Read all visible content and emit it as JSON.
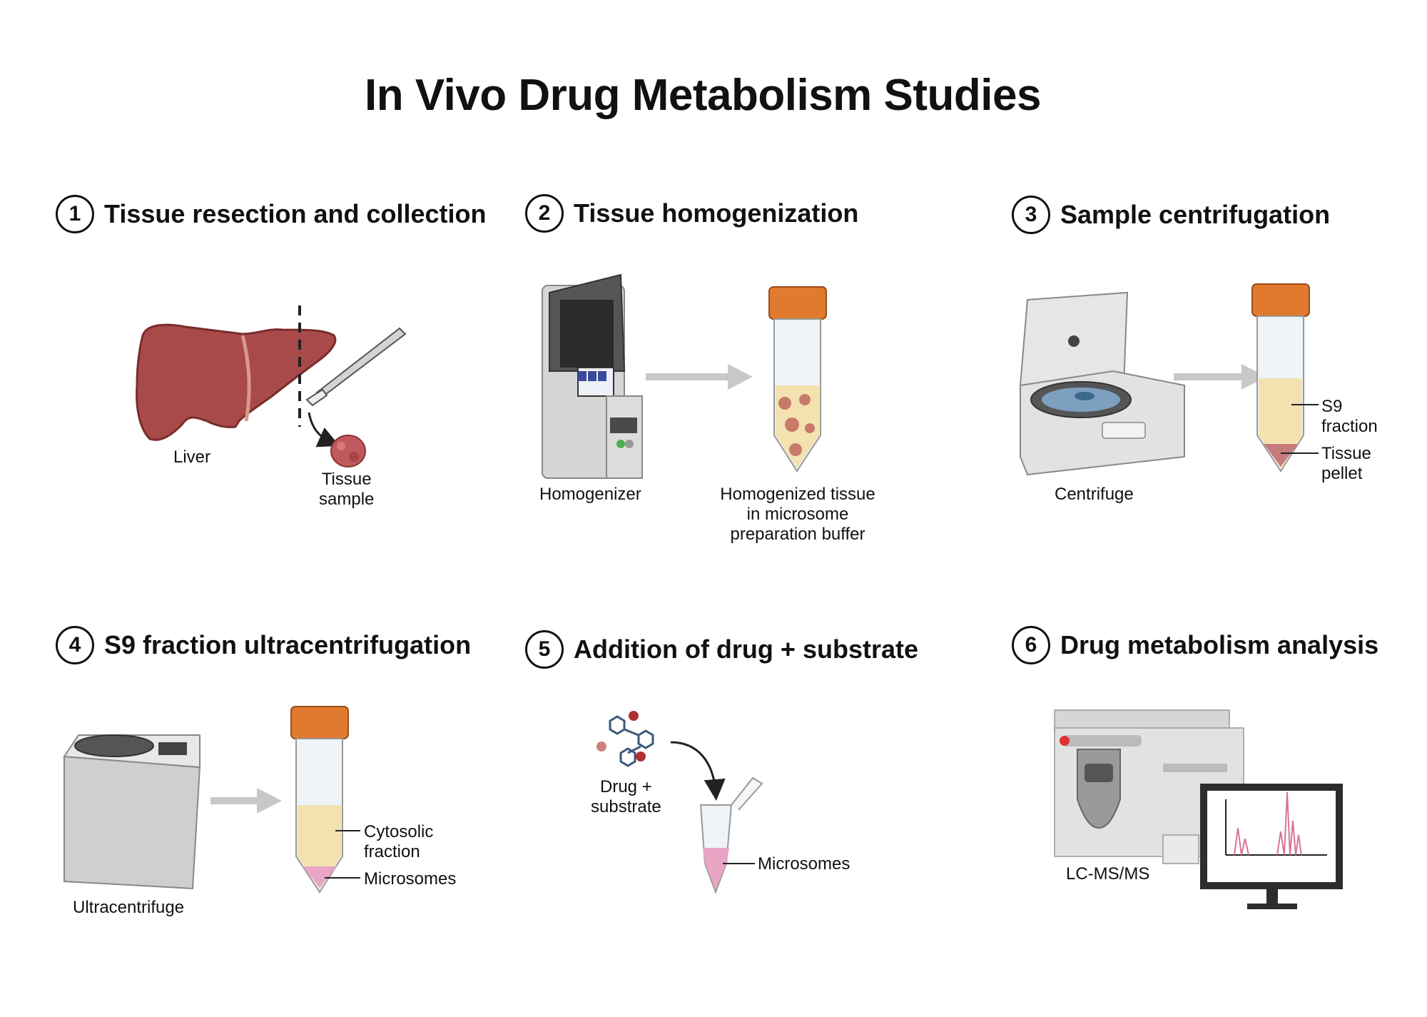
{
  "title": "In Vivo Drug Metabolism Studies",
  "steps": [
    {
      "number": "1",
      "title": "Tissue resection and collection"
    },
    {
      "number": "2",
      "title": "Tissue homogenization"
    },
    {
      "number": "3",
      "title": "Sample centrifugation"
    },
    {
      "number": "4",
      "title": "S9 fraction ultracentrifugation"
    },
    {
      "number": "5",
      "title": "Addition of drug + substrate"
    },
    {
      "number": "6",
      "title": "Drug metabolism analysis"
    }
  ],
  "labels": {
    "liver": "Liver",
    "tissue_sample": [
      "Tissue",
      "sample"
    ],
    "homogenizer": "Homogenizer",
    "homogenized": [
      "Homogenized tissue",
      "in microsome",
      "preparation buffer"
    ],
    "centrifuge": "Centrifuge",
    "s9_fraction": [
      "S9",
      "fraction"
    ],
    "tissue_pellet": [
      "Tissue",
      "pellet"
    ],
    "ultracentrifuge": "Ultracentrifuge",
    "cytosolic_fraction": [
      "Cytosolic",
      "fraction"
    ],
    "microsomes_4": "Microsomes",
    "drug_substrate": [
      "Drug +",
      "substrate"
    ],
    "microsomes_5": "Microsomes",
    "lcmsms": "LC-MS/MS"
  },
  "colors": {
    "liver": "#a94a4a",
    "tube_cap": "#e07a2e",
    "buffer": "#f3e2b0",
    "microsome_pink": "#e8a6c4",
    "arrow_gray": "#c8c8c8",
    "device_gray": "#d9d9d9"
  },
  "icons": [
    "liver-icon",
    "scalpel-icon",
    "tissue-sample-icon",
    "homogenizer-icon",
    "conical-tube-icon",
    "centrifuge-icon",
    "ultracentrifuge-icon",
    "molecule-icon",
    "microcentrifuge-tube-icon",
    "lcms-instrument-icon",
    "monitor-chromatogram-icon"
  ]
}
